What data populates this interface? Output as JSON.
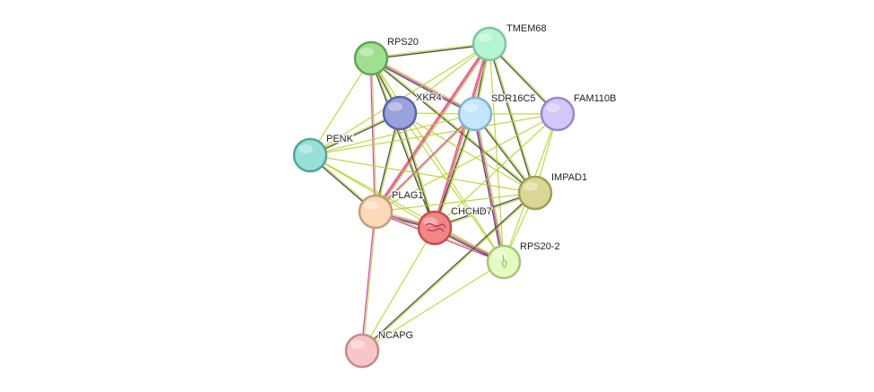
{
  "network": {
    "query_protein": "CHCHD7",
    "evidence_colors": {
      "textmining": "#b5cf2a",
      "coexpression": "#3a3a3a",
      "experimental": "#d326c4",
      "database": "#2aa8c4",
      "fusion": "#e0303a"
    },
    "nodes": [
      {
        "id": "RPS20",
        "label": "RPS20",
        "fill": "#9fdf8f",
        "stroke": "#5ea653"
      },
      {
        "id": "TMEM68",
        "label": "TMEM68",
        "fill": "#b4f5d3",
        "stroke": "#7cc59f"
      },
      {
        "id": "XKR4",
        "label": "XKR4",
        "fill": "#9aa2de",
        "stroke": "#5b649f"
      },
      {
        "id": "SDR16C5",
        "label": "SDR16C5",
        "fill": "#c4e6fa",
        "stroke": "#86b3cf"
      },
      {
        "id": "FAM110B",
        "label": "FAM110B",
        "fill": "#d3c6f8",
        "stroke": "#9a86c9"
      },
      {
        "id": "PENK",
        "label": "PENK",
        "fill": "#97e0d8",
        "stroke": "#53a49b"
      },
      {
        "id": "IMPAD1",
        "label": "IMPAD1",
        "fill": "#dad796",
        "stroke": "#a09d59"
      },
      {
        "id": "PLAG1",
        "label": "PLAG1",
        "fill": "#fbd9b9",
        "stroke": "#c49c7b"
      },
      {
        "id": "CHCHD7",
        "label": "CHCHD7",
        "fill": "#f28686",
        "stroke": "#c44e4e"
      },
      {
        "id": "RPS20-2",
        "label": "RPS20-2",
        "fill": "#e4fbc0",
        "stroke": "#a6c47c"
      },
      {
        "id": "NCAPG",
        "label": "NCAPG",
        "fill": "#f8c6c6",
        "stroke": "#c48a8a"
      }
    ],
    "edges": [
      {
        "source": "RPS20",
        "target": "TMEM68",
        "types": [
          "textmining",
          "coexpression"
        ]
      },
      {
        "source": "RPS20",
        "target": "XKR4",
        "types": [
          "textmining",
          "coexpression"
        ]
      },
      {
        "source": "RPS20",
        "target": "SDR16C5",
        "types": [
          "textmining",
          "experimental",
          "coexpression"
        ]
      },
      {
        "source": "RPS20",
        "target": "PENK",
        "types": [
          "textmining"
        ]
      },
      {
        "source": "RPS20",
        "target": "PLAG1",
        "types": [
          "textmining",
          "experimental"
        ]
      },
      {
        "source": "RPS20",
        "target": "CHCHD7",
        "types": [
          "textmining",
          "coexpression"
        ]
      },
      {
        "source": "RPS20",
        "target": "IMPAD1",
        "types": [
          "textmining",
          "coexpression"
        ]
      },
      {
        "source": "RPS20",
        "target": "RPS20-2",
        "types": [
          "textmining"
        ]
      },
      {
        "source": "TMEM68",
        "target": "XKR4",
        "types": [
          "textmining"
        ]
      },
      {
        "source": "TMEM68",
        "target": "SDR16C5",
        "types": [
          "textmining",
          "coexpression"
        ]
      },
      {
        "source": "TMEM68",
        "target": "FAM110B",
        "types": [
          "textmining",
          "coexpression"
        ]
      },
      {
        "source": "TMEM68",
        "target": "PENK",
        "types": [
          "textmining"
        ]
      },
      {
        "source": "TMEM68",
        "target": "PLAG1",
        "types": [
          "textmining",
          "experimental",
          "fusion"
        ]
      },
      {
        "source": "TMEM68",
        "target": "CHCHD7",
        "types": [
          "textmining",
          "experimental",
          "fusion"
        ]
      },
      {
        "source": "TMEM68",
        "target": "IMPAD1",
        "types": [
          "textmining",
          "coexpression"
        ]
      },
      {
        "source": "TMEM68",
        "target": "RPS20-2",
        "types": [
          "textmining"
        ]
      },
      {
        "source": "XKR4",
        "target": "PENK",
        "types": [
          "coexpression",
          "textmining"
        ]
      },
      {
        "source": "XKR4",
        "target": "SDR16C5",
        "types": [
          "textmining"
        ]
      },
      {
        "source": "XKR4",
        "target": "PLAG1",
        "types": [
          "textmining",
          "coexpression"
        ]
      },
      {
        "source": "XKR4",
        "target": "CHCHD7",
        "types": [
          "textmining",
          "coexpression"
        ]
      },
      {
        "source": "XKR4",
        "target": "IMPAD1",
        "types": [
          "textmining"
        ]
      },
      {
        "source": "XKR4",
        "target": "RPS20-2",
        "types": [
          "textmining"
        ]
      },
      {
        "source": "SDR16C5",
        "target": "FAM110B",
        "types": [
          "textmining"
        ]
      },
      {
        "source": "SDR16C5",
        "target": "PENK",
        "types": [
          "textmining"
        ]
      },
      {
        "source": "SDR16C5",
        "target": "PLAG1",
        "types": [
          "textmining",
          "experimental"
        ]
      },
      {
        "source": "SDR16C5",
        "target": "CHCHD7",
        "types": [
          "textmining",
          "coexpression"
        ]
      },
      {
        "source": "SDR16C5",
        "target": "IMPAD1",
        "types": [
          "textmining",
          "coexpression"
        ]
      },
      {
        "source": "SDR16C5",
        "target": "RPS20-2",
        "types": [
          "textmining",
          "experimental",
          "coexpression"
        ]
      },
      {
        "source": "FAM110B",
        "target": "PENK",
        "types": [
          "textmining"
        ]
      },
      {
        "source": "FAM110B",
        "target": "PLAG1",
        "types": [
          "textmining"
        ]
      },
      {
        "source": "FAM110B",
        "target": "CHCHD7",
        "types": [
          "textmining"
        ]
      },
      {
        "source": "FAM110B",
        "target": "RPS20-2",
        "types": [
          "textmining"
        ]
      },
      {
        "source": "FAM110B",
        "target": "IMPAD1",
        "types": [
          "textmining"
        ]
      },
      {
        "source": "PENK",
        "target": "PLAG1",
        "types": [
          "textmining",
          "coexpression"
        ]
      },
      {
        "source": "PENK",
        "target": "CHCHD7",
        "types": [
          "textmining"
        ]
      },
      {
        "source": "PENK",
        "target": "IMPAD1",
        "types": [
          "textmining"
        ]
      },
      {
        "source": "PENK",
        "target": "RPS20-2",
        "types": [
          "textmining"
        ]
      },
      {
        "source": "IMPAD1",
        "target": "PLAG1",
        "types": [
          "textmining"
        ]
      },
      {
        "source": "IMPAD1",
        "target": "CHCHD7",
        "types": [
          "textmining",
          "coexpression"
        ]
      },
      {
        "source": "IMPAD1",
        "target": "RPS20-2",
        "types": [
          "textmining"
        ]
      },
      {
        "source": "IMPAD1",
        "target": "NCAPG",
        "types": [
          "textmining",
          "coexpression"
        ]
      },
      {
        "source": "PLAG1",
        "target": "CHCHD7",
        "types": [
          "textmining",
          "experimental",
          "coexpression"
        ]
      },
      {
        "source": "PLAG1",
        "target": "RPS20-2",
        "types": [
          "textmining",
          "experimental"
        ]
      },
      {
        "source": "PLAG1",
        "target": "NCAPG",
        "types": [
          "textmining",
          "experimental"
        ]
      },
      {
        "source": "CHCHD7",
        "target": "RPS20-2",
        "types": [
          "textmining",
          "experimental",
          "coexpression"
        ]
      },
      {
        "source": "CHCHD7",
        "target": "NCAPG",
        "types": [
          "textmining"
        ]
      },
      {
        "source": "RPS20-2",
        "target": "NCAPG",
        "types": [
          "textmining"
        ]
      }
    ]
  }
}
